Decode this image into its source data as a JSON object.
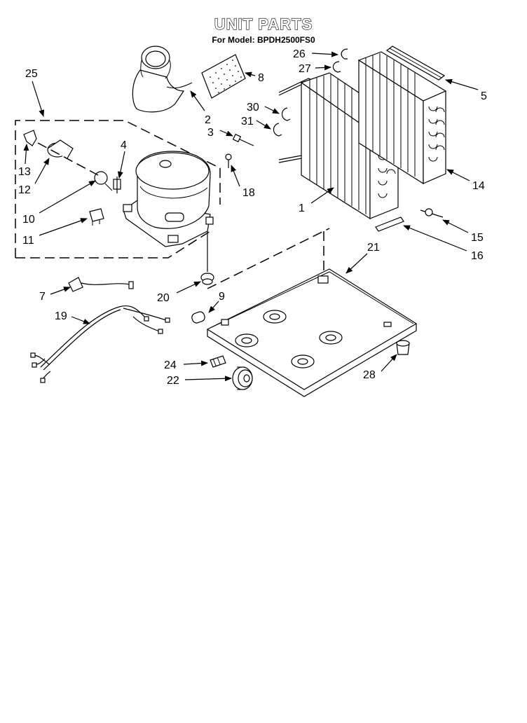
{
  "title": "UNIT PARTS",
  "subtitle": "For Model: BPDH2500FS0",
  "callouts": {
    "c1": "1",
    "c2": "2",
    "c3": "3",
    "c4": "4",
    "c5": "5",
    "c7": "7",
    "c8": "8",
    "c9": "9",
    "c10": "10",
    "c11": "11",
    "c12": "12",
    "c13": "13",
    "c14": "14",
    "c15": "15",
    "c16": "16",
    "c18": "18",
    "c19": "19",
    "c20": "20",
    "c21": "21",
    "c22": "22",
    "c24": "24",
    "c25": "25",
    "c26": "26",
    "c27": "27",
    "c28": "28",
    "c30": "30",
    "c31": "31"
  }
}
